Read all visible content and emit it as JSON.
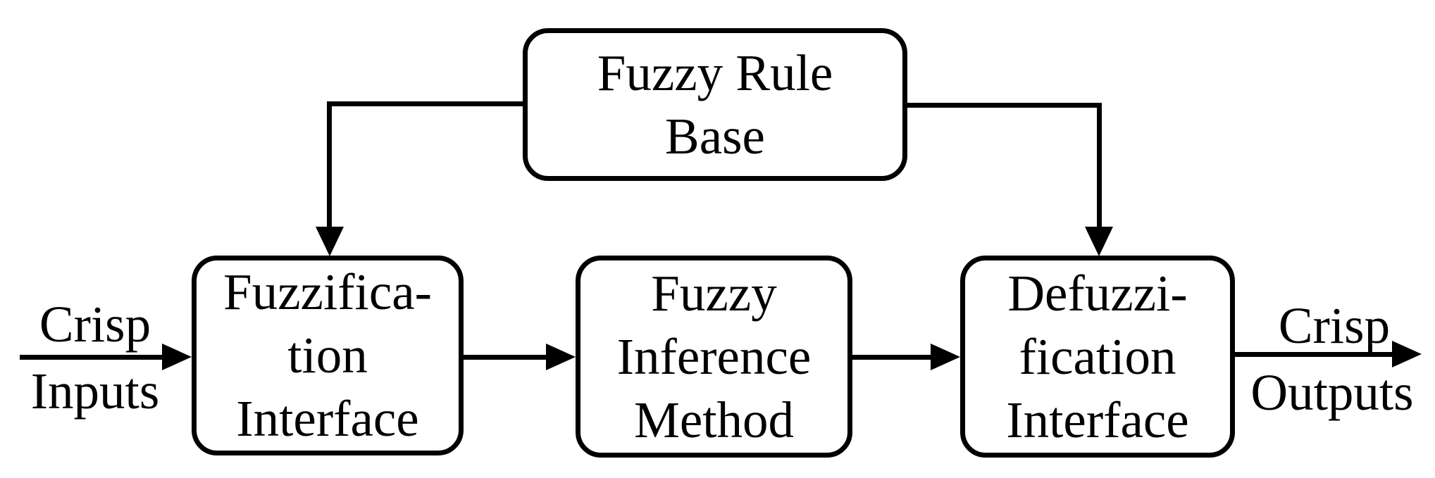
{
  "diagram": {
    "colors": {
      "stroke": "#000000",
      "background": "#ffffff",
      "text": "#000000"
    },
    "nodes": {
      "rule_base": {
        "id": "fuzzy-rule-base",
        "lines": [
          "Fuzzy Rule",
          "Base"
        ]
      },
      "fuzzification": {
        "id": "fuzzification-interface",
        "lines": [
          "Fuzzifica-",
          "tion",
          "Interface"
        ]
      },
      "inference": {
        "id": "fuzzy-inference-method",
        "lines": [
          "Fuzzy",
          "Inference",
          "Method"
        ]
      },
      "defuzzification": {
        "id": "defuzzification-interface",
        "lines": [
          "Defuzzi-",
          "fication",
          "Interface"
        ]
      }
    },
    "io": {
      "input": {
        "lines": [
          "Crisp",
          "Inputs"
        ]
      },
      "output": {
        "lines": [
          "Crisp",
          "Outputs"
        ]
      }
    },
    "edges": [
      {
        "from": "crisp-inputs",
        "to": "fuzzification-interface",
        "style": "arrow"
      },
      {
        "from": "fuzzification-interface",
        "to": "fuzzy-inference-method",
        "style": "arrow"
      },
      {
        "from": "fuzzy-inference-method",
        "to": "defuzzification-interface",
        "style": "arrow"
      },
      {
        "from": "defuzzification-interface",
        "to": "crisp-outputs",
        "style": "arrow"
      },
      {
        "from": "fuzzy-rule-base",
        "to": "fuzzification-interface",
        "style": "arrow"
      },
      {
        "from": "fuzzy-rule-base",
        "to": "defuzzification-interface",
        "style": "arrow"
      }
    ]
  }
}
